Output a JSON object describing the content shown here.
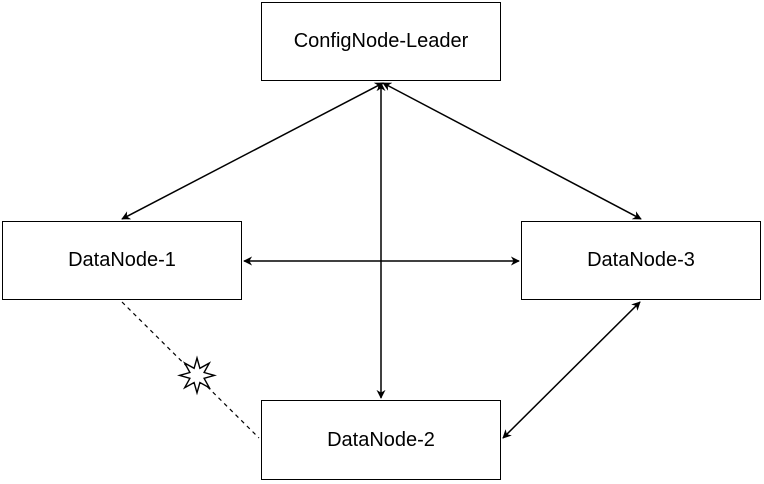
{
  "diagram": {
    "nodes": [
      {
        "id": "leader",
        "label": "ConfigNode-Leader"
      },
      {
        "id": "d1",
        "label": "DataNode-1"
      },
      {
        "id": "d3",
        "label": "DataNode-3"
      },
      {
        "id": "d2",
        "label": "DataNode-2"
      }
    ],
    "edges": [
      {
        "from": "leader",
        "to": "d1",
        "style": "solid",
        "direction": "both"
      },
      {
        "from": "leader",
        "to": "d3",
        "style": "solid",
        "direction": "both"
      },
      {
        "from": "leader",
        "to": "d2",
        "style": "solid",
        "direction": "both"
      },
      {
        "from": "d1",
        "to": "d3",
        "style": "solid",
        "direction": "both"
      },
      {
        "from": "d3",
        "to": "d2",
        "style": "solid",
        "direction": "both"
      },
      {
        "from": "d1",
        "to": "d2",
        "style": "dashed",
        "direction": "none",
        "marker": "broken-link-starburst"
      }
    ],
    "colors": {
      "stroke": "#000000",
      "fill": "#ffffff"
    }
  }
}
